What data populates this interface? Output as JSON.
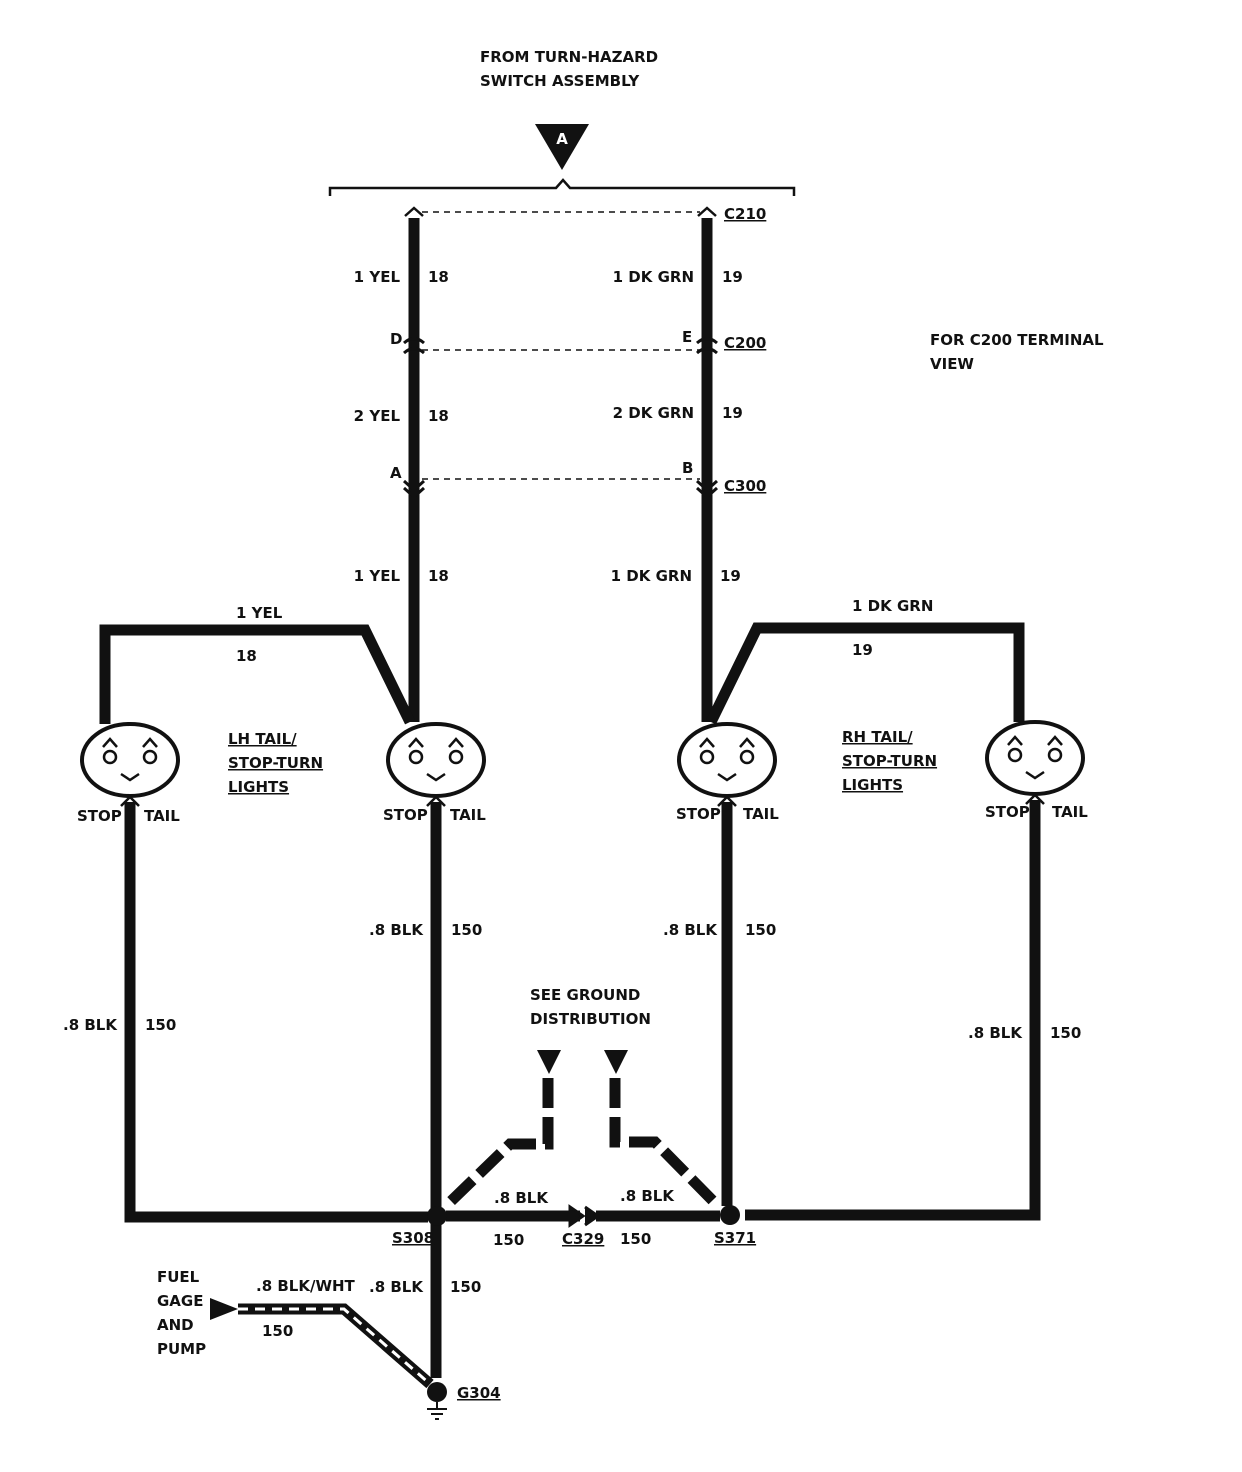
{
  "header": {
    "line1": "FROM TURN-HAZARD",
    "line2": "SWITCH ASSEMBLY",
    "marker": "A"
  },
  "connectors": {
    "c210": "C210",
    "c200": "C200",
    "c300": "C300",
    "c329": "C329",
    "pin_d": "D",
    "pin_e": "E",
    "pin_a": "A",
    "pin_b": "B"
  },
  "note": {
    "line1": "FOR C200 TERMINAL",
    "line2": "VIEW"
  },
  "left_circuit": {
    "wire1": "1 YEL",
    "num1": "18",
    "wire2": "2 YEL",
    "num2": "18",
    "wire3": "1 YEL",
    "num3": "18",
    "branch": "1 YEL",
    "branch_num": "18"
  },
  "right_circuit": {
    "wire1": "1 DK GRN",
    "num1": "19",
    "wire2": "2 DK GRN",
    "num2": "19",
    "wire3": "1 DK GRN",
    "num3": "19",
    "branch": "1 DK GRN",
    "branch_num": "19"
  },
  "lamps": {
    "lh_label": [
      "LH TAIL/",
      "STOP-TURN",
      "LIGHTS"
    ],
    "rh_label": [
      "RH TAIL/",
      "STOP-TURN",
      "LIGHTS"
    ],
    "stop": "STOP",
    "tail": "TAIL"
  },
  "grounds": {
    "wire": ".8 BLK",
    "num": "150",
    "see1": "SEE GROUND",
    "see2": "DISTRIBUTION",
    "s308": "S308",
    "s371": "S371",
    "g304": "G304"
  },
  "fuel": {
    "label": [
      "FUEL",
      "GAGE",
      "AND",
      "PUMP"
    ],
    "wire": ".8 BLK/WHT",
    "num": "150"
  }
}
